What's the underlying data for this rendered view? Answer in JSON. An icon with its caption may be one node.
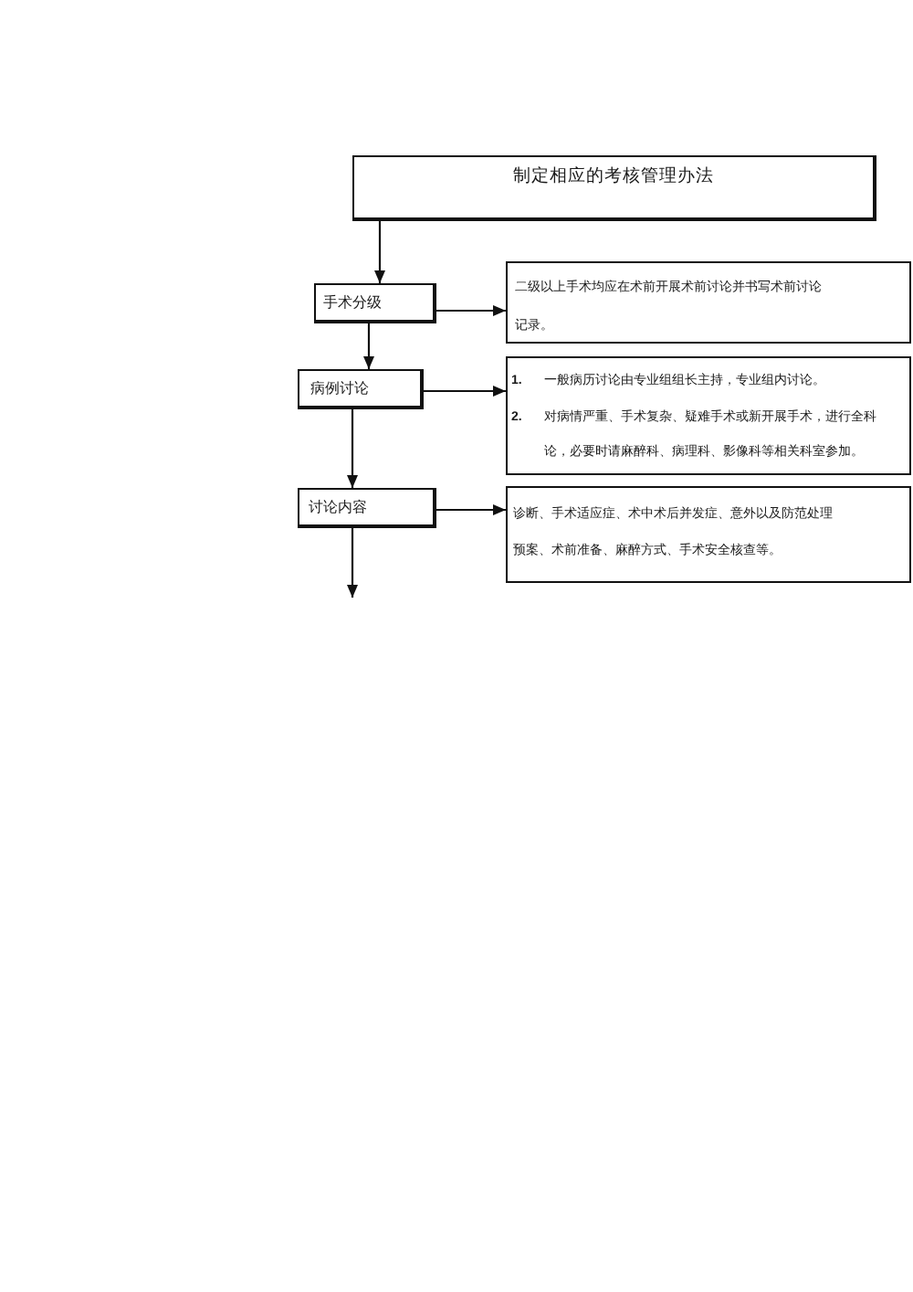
{
  "diagram": {
    "nodes": [
      {
        "text": [
          "制定相应的考核管理办法"
        ]
      },
      {
        "text": [
          "手术分级"
        ]
      },
      {
        "text": [
          "二级以上手术均应在术前开展术前讨论并书写术前讨论记录。"
        ]
      },
      {
        "text": [
          "病例讨论"
        ]
      },
      {
        "text": [
          "**1.** 一般病历讨论由专业组组长主持，专业组内讨论。",
          "**2.** 对病情严重、手术复杂、疑难手术或新开展手术，进行全科论，必要时请麻醉科、病理科、影像科等相关科室参加。"
        ]
      },
      {
        "text": [
          "讨论内容"
        ]
      },
      {
        "text": [
          "诊断、手术适应症、术中术后并发症、意外以及防范处理预案、术前准备、麻醉方式、手术安全核查等。"
        ]
      }
    ],
    "edges": [
      {
        "from": 0,
        "to": 1,
        "arrow": "to"
      },
      {
        "from": 1,
        "to": 2,
        "arrow": "to"
      },
      {
        "from": 1,
        "to": 3,
        "arrow": "to"
      },
      {
        "from": 3,
        "to": 4,
        "arrow": "to"
      },
      {
        "from": 3,
        "to": 5,
        "arrow": "to"
      },
      {
        "from": 5,
        "to": 6,
        "arrow": "to"
      },
      {
        "from": 5,
        "to": null,
        "arrow": "to"
      }
    ]
  }
}
